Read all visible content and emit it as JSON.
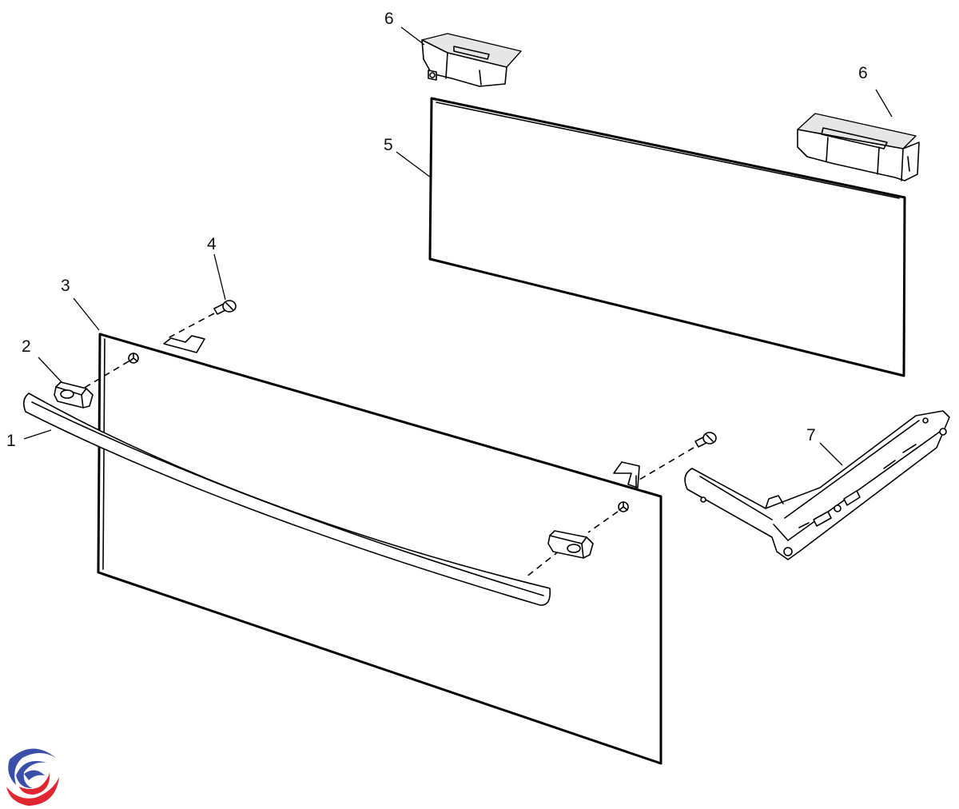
{
  "callouts": {
    "c1": "1",
    "c2": "2",
    "c3": "3",
    "c4": "4",
    "c5": "5",
    "c6a": "6",
    "c6b": "6",
    "c7": "7"
  },
  "colors": {
    "line": "#000000",
    "background": "#ffffff",
    "logo_blue": "#3a4fa8",
    "logo_red": "#e0262f"
  }
}
